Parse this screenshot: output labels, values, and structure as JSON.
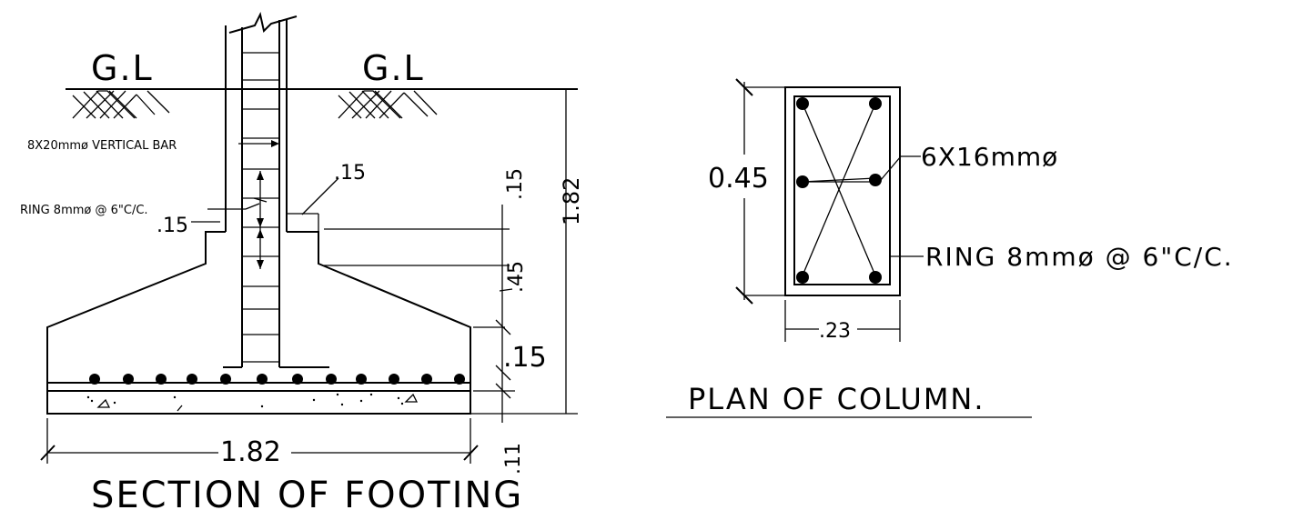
{
  "section": {
    "title": "SECTION OF FOOTING",
    "gl_left": "G.L",
    "gl_right": "G.L",
    "vertical_bar_note": "8X20mmø VERTICAL BAR",
    "ring_note": "RING 8mmø @ 6\"C/C.",
    "dim_width": "1.82",
    "dim_height": "1.82",
    "dim_pedestal_right": ".15",
    "dim_pedestal_left": ".15",
    "dim_step": ".15",
    "dim_slope": ".45",
    "dim_base": ".15",
    "dim_pcc": ".11"
  },
  "plan": {
    "title": "PLAN OF COLUMN.",
    "bar_note": "6X16mmø",
    "ring_note": "RING 8mmø @ 6\"C/C.",
    "dim_depth": "0.45",
    "dim_width": ".23"
  }
}
